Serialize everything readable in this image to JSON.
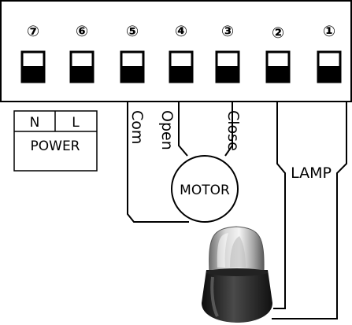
{
  "terminal_block": {
    "terminals": [
      {
        "number": "⑦"
      },
      {
        "number": "⑥"
      },
      {
        "number": "⑤"
      },
      {
        "number": "④"
      },
      {
        "number": "③"
      },
      {
        "number": "②"
      },
      {
        "number": "①"
      }
    ]
  },
  "power": {
    "neutral_label": "N",
    "line_label": "L",
    "title": "POWER"
  },
  "motor": {
    "label": "MOTOR",
    "wires": {
      "com": "Com",
      "open": "Open",
      "close": "Close"
    }
  },
  "lamp": {
    "label": "LAMP"
  },
  "colors": {
    "line": "#000000",
    "background": "#ffffff",
    "switch_fill": "#000000"
  },
  "icons": {
    "lamp_device": "warning-beacon-lamp-icon"
  }
}
